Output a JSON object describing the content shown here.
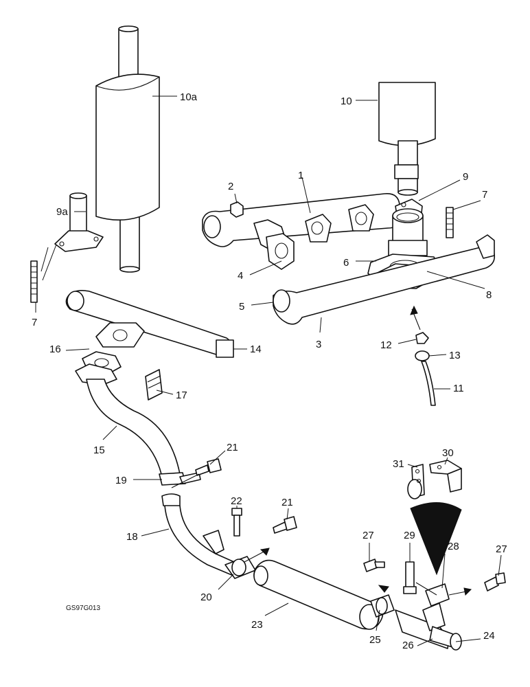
{
  "drawing_code": "GS97G013",
  "callouts": {
    "c1": "1",
    "c2": "2",
    "c3": "3",
    "c4": "4",
    "c5": "5",
    "c6": "6",
    "c7a": "7",
    "c7b": "7",
    "c8": "8",
    "c9": "9",
    "c9a": "9a",
    "c10": "10",
    "c10a": "10a",
    "c11": "11",
    "c12": "12",
    "c13": "13",
    "c14": "14",
    "c15": "15",
    "c16": "16",
    "c17": "17",
    "c18": "18",
    "c19": "19",
    "c20": "20",
    "c21a": "21",
    "c21b": "21",
    "c22": "22",
    "c23": "23",
    "c24": "24",
    "c25": "25",
    "c26": "26",
    "c27a": "27",
    "c27b": "27",
    "c28": "28",
    "c29": "29",
    "c30": "30",
    "c31": "31"
  }
}
